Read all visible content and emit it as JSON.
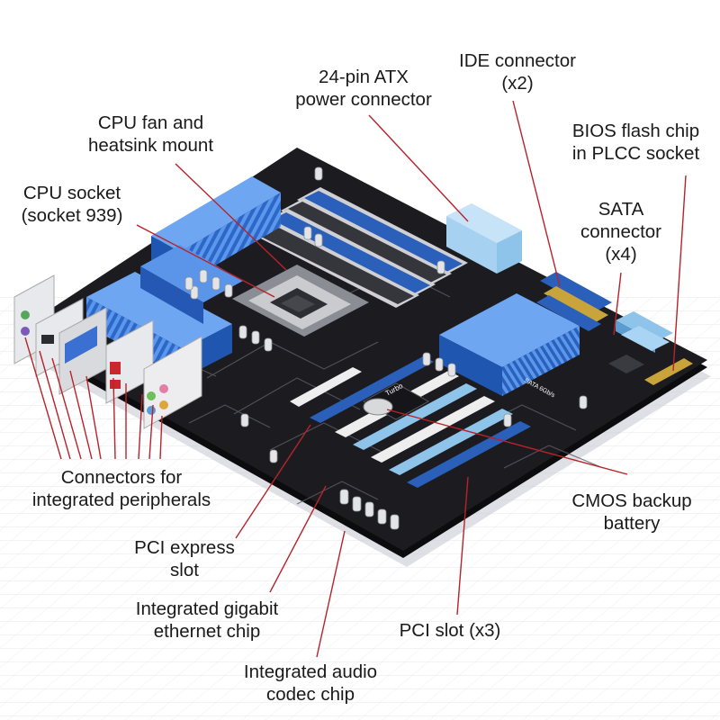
{
  "labels": {
    "cpu_fan": [
      "CPU fan and",
      "heatsink mount"
    ],
    "cpu_socket": [
      "CPU socket",
      "(socket 939)"
    ],
    "atx_power": [
      "24-pin ATX",
      "power connector"
    ],
    "ide": [
      "IDE connector",
      "(x2)"
    ],
    "bios": [
      "BIOS flash chip",
      "in PLCC socket"
    ],
    "sata": [
      "SATA",
      "connector",
      "(x4)"
    ],
    "peripherals": [
      "Connectors for",
      "integrated peripherals"
    ],
    "cmos": [
      "CMOS backup",
      "battery"
    ],
    "pcie": [
      "PCI express",
      "slot"
    ],
    "ethernet": [
      "Integrated gigabit",
      "ethernet chip"
    ],
    "pci": [
      "PCI slot (x3)"
    ],
    "audio": [
      "Integrated audio",
      "codec chip"
    ]
  },
  "board_marks": {
    "chipset_text": "Turbo",
    "heatsink_text": "SATA 6Gb/s"
  },
  "colors": {
    "leader": "#b7232a",
    "pcb": "#1c1c20",
    "heatsink_blue": "#2f6fd0",
    "slot_light_blue": "#8ec3ea",
    "slot_white": "#eeeeee",
    "gold": "#c9a43a"
  }
}
